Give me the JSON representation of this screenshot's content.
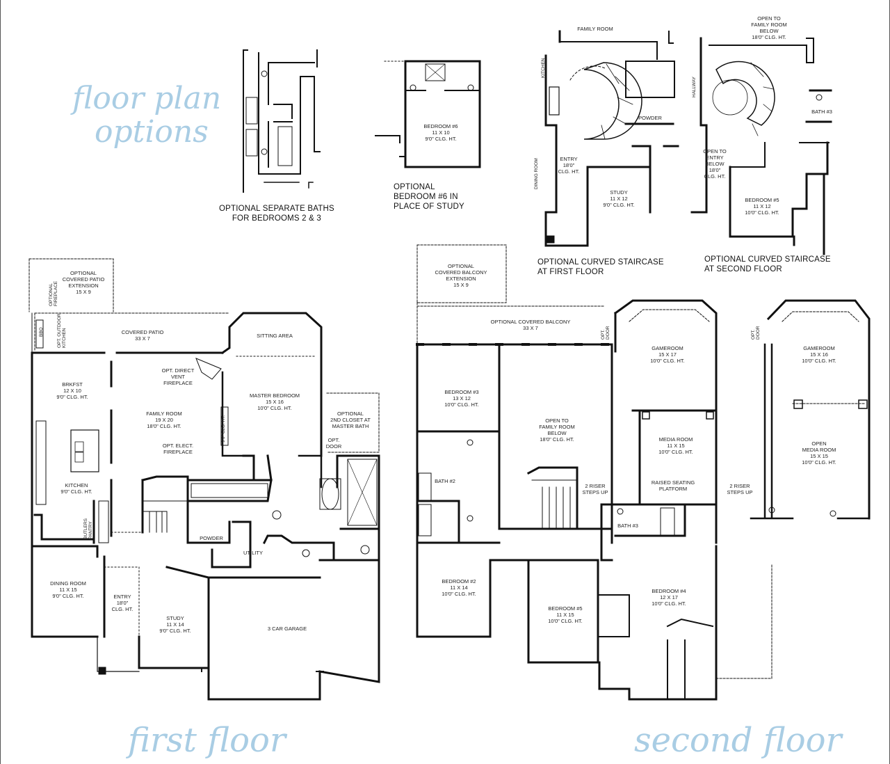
{
  "titles": {
    "options_line1": "floor plan",
    "options_line2": "options",
    "first_floor": "first floor",
    "second_floor": "second floor"
  },
  "option_captions": {
    "separate_baths": [
      "OPTIONAL SEPARATE BATHS",
      "FOR BEDROOMS 2 & 3"
    ],
    "bedroom6": [
      "OPTIONAL",
      "BEDROOM #6 IN",
      "PLACE OF STUDY"
    ],
    "curved_first": [
      "OPTIONAL CURVED STAIRCASE",
      "AT FIRST FLOOR"
    ],
    "curved_second": [
      "OPTIONAL CURVED STAIRCASE",
      "AT SECOND FLOOR"
    ]
  },
  "option_rooms": {
    "bedroom6": [
      "BEDROOM #6",
      "11 X 10",
      "9'0\" CLG. HT."
    ],
    "family_room": "FAMILY ROOM",
    "kitchen": "KITCHEN",
    "dining_room": "DINING ROOM",
    "powder": "POWDER",
    "entry": [
      "ENTRY",
      "18'0\"",
      "CLG. HT."
    ],
    "study": [
      "STUDY",
      "11 X 12",
      "9'0\" CLG. HT."
    ],
    "open_to_family": [
      "OPEN TO",
      "FAMILY ROOM",
      "BELOW",
      "18'0\" CLG. HT."
    ],
    "hallway": "HALLWAY",
    "bath3": "BATH #3",
    "open_to_entry": [
      "OPEN TO",
      "ENTRY",
      "BELOW",
      "18'0\"",
      "CLG. HT."
    ],
    "bedroom5": [
      "BEDROOM #5",
      "11 X 12",
      "10'0\" CLG. HT."
    ]
  },
  "first_floor_rooms": {
    "covered_patio_ext": [
      "OPTIONAL",
      "COVERED PATIO",
      "EXTENSION",
      "15 X 9"
    ],
    "opt_fireplace": "OPTIONAL FIREPLACE",
    "opt_outdoor_kitchen": "OPT. OUTDOOR KITCHEN",
    "bbq": "BBQ",
    "covered_patio": [
      "COVERED PATIO",
      "33 X 7"
    ],
    "sitting_area": "SITTING AREA",
    "brkfst": [
      "BRKFST",
      "12 X 10",
      "9'0\" CLG. HT."
    ],
    "opt_direct_vent": [
      "OPT. DIRECT",
      "VENT",
      "FIREPLACE"
    ],
    "family_room": [
      "FAMILY ROOM",
      "19 X 20",
      "18'0\" CLG. HT."
    ],
    "opt_elect_fireplace": [
      "OPT. ELECT.",
      "FIREPLACE"
    ],
    "ceiling_note": "9'0\" CLG. HT.",
    "master_bedroom": [
      "MASTER BEDROOM",
      "15 X 16",
      "10'0\" CLG. HT."
    ],
    "opt_2nd_closet": [
      "OPTIONAL",
      "2ND CLOSET AT",
      "MASTER BATH"
    ],
    "opt_door": [
      "OPT.",
      "DOOR"
    ],
    "kitchen": [
      "KITCHEN",
      "9'0\" CLG. HT."
    ],
    "butlers_pantry": "BUTLERS PANTRY",
    "powder": "POWDER",
    "utility": "UTILITY",
    "dining_room": [
      "DINING ROOM",
      "11 X 15",
      "9'0\" CLG. HT."
    ],
    "entry": [
      "ENTRY",
      "18'0\"",
      "CLG. HT."
    ],
    "study": [
      "STUDY",
      "11 X 14",
      "9'0\" CLG. HT."
    ],
    "garage": "3 CAR GARAGE"
  },
  "second_floor_rooms": {
    "balcony_ext": [
      "OPTIONAL",
      "COVERED BALCONY",
      "EXTENSION",
      "15 X 9"
    ],
    "covered_balcony": [
      "OPTIONAL COVERED BALCONY",
      "33 X 7"
    ],
    "opt_door": "OPT. DOOR",
    "gameroom": [
      "GAMEROOM",
      "15 X 17",
      "10'0\" CLG. HT."
    ],
    "bedroom3": [
      "BEDROOM #3",
      "13 X 12",
      "10'0\" CLG. HT."
    ],
    "open_to_family": [
      "OPEN TO",
      "FAMILY ROOM",
      "BELOW",
      "18'0\" CLG. HT."
    ],
    "media_room": [
      "MEDIA ROOM",
      "11 X 15",
      "10'0\" CLG. HT."
    ],
    "raised_seating": [
      "RAISED SEATING",
      "PLATFORM"
    ],
    "riser": [
      "2 RISER",
      "STEPS UP"
    ],
    "bath2": "BATH #2",
    "bath3": "BATH #3",
    "bedroom2": [
      "BEDROOM #2",
      "11 X 14",
      "10'0\" CLG. HT."
    ],
    "bedroom5": [
      "BEDROOM #5",
      "11 X 15",
      "10'0\" CLG. HT."
    ],
    "bedroom4": [
      "BEDROOM #4",
      "12 X 17",
      "10'0\" CLG. HT."
    ],
    "alt_gameroom": [
      "GAMEROOM",
      "15 X 16",
      "10'0\" CLG. HT."
    ],
    "alt_open_media": [
      "OPEN",
      "MEDIA ROOM",
      "15 X 15",
      "10'0\" CLG. HT."
    ],
    "alt_riser": [
      "2 RISER",
      "STEPS UP"
    ],
    "alt_opt_door": "OPT. DOOR"
  },
  "colors": {
    "title": "#a9cde4",
    "wall": "#111111",
    "line": "#333333"
  }
}
